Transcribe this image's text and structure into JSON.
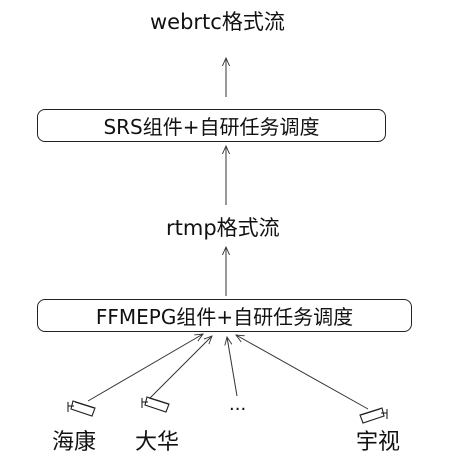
{
  "diagram": {
    "output_label": "webrtc格式流",
    "srs_box": "SRS组件+自研任务调度",
    "middle_label": "rtmp格式流",
    "ffmpeg_box": "FFMEPG组件+自研任务调度",
    "cameras": [
      {
        "label": "海康"
      },
      {
        "label": "大华"
      },
      {
        "label": "..."
      },
      {
        "label": "宇视"
      }
    ]
  }
}
